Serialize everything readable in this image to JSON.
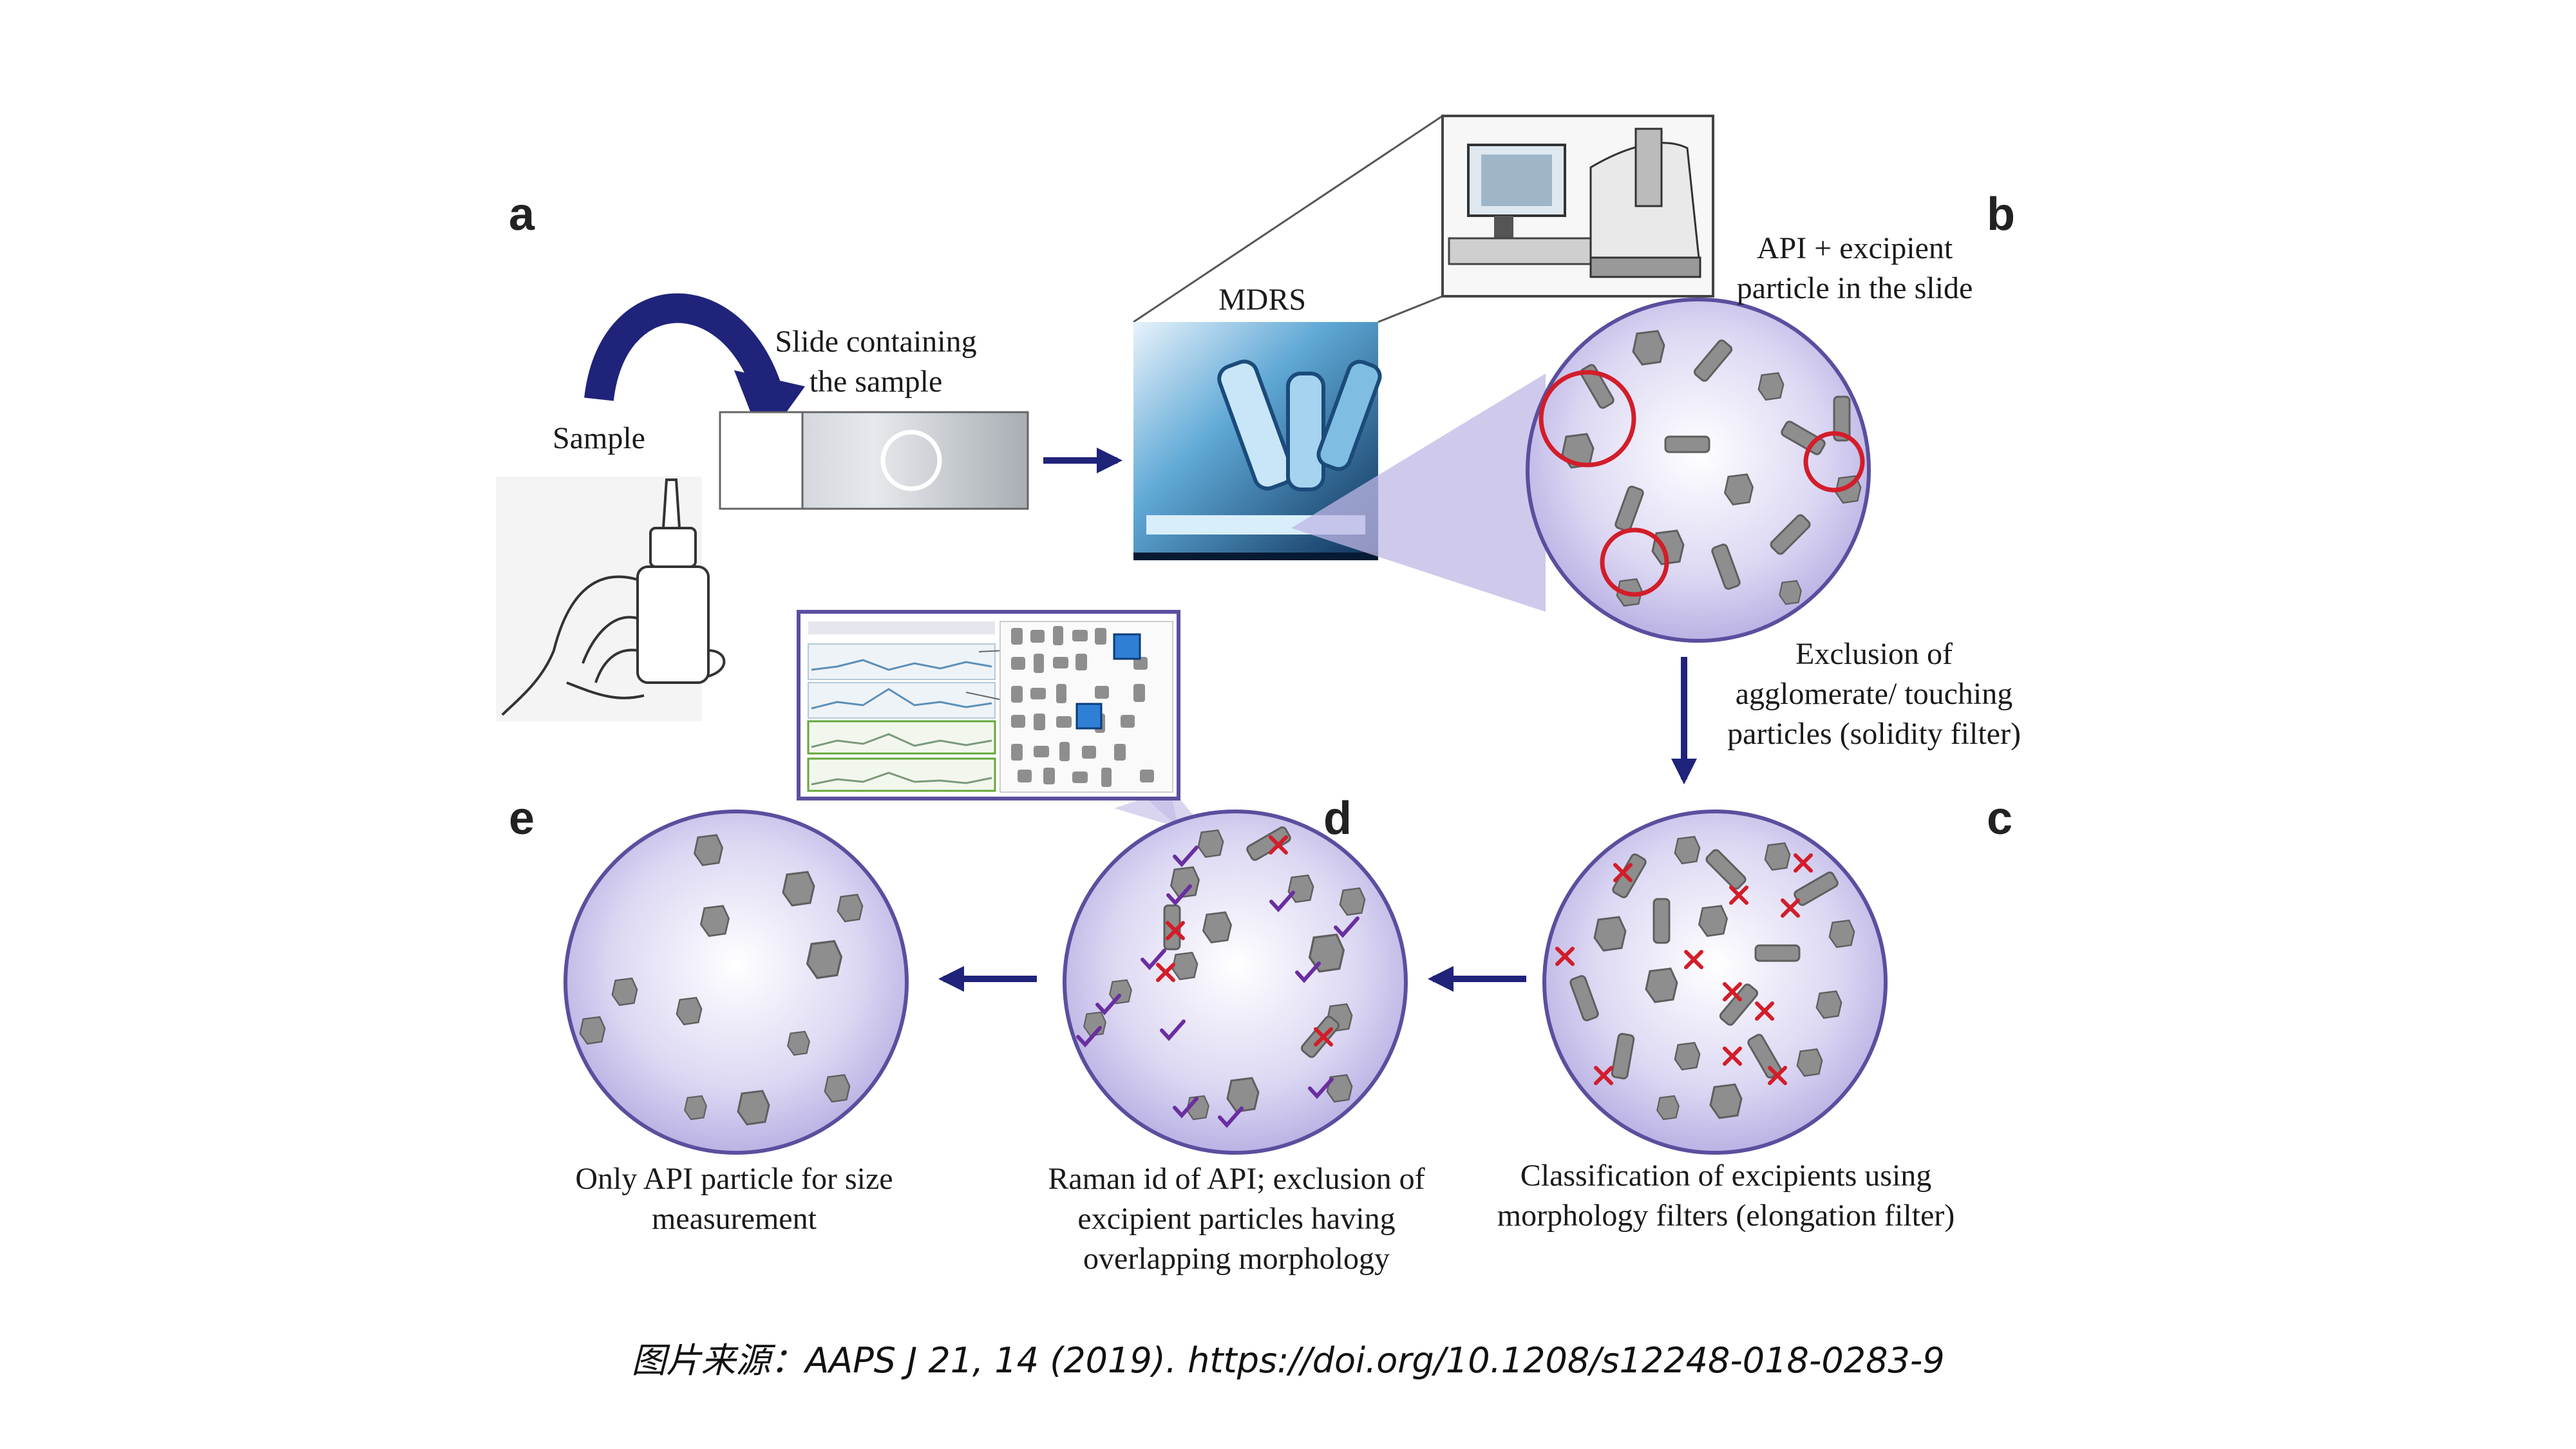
{
  "panels": {
    "a": "a",
    "b": "b",
    "c": "c",
    "d": "d",
    "e": "e"
  },
  "labels": {
    "sample": "Sample",
    "slide_line1": "Slide containing",
    "slide_line2": "the sample",
    "mdrs": "MDRS",
    "api_line1": "API + excipient",
    "api_line2": "particle in the slide",
    "excl_line1": "Exclusion of",
    "excl_line2": "agglomerate/ touching",
    "excl_line3": "particles (solidity filter)",
    "class_line1": "Classification of excipients using",
    "class_line2": "morphology  filters (elongation filter)",
    "raman_line1": "Raman id of API; exclusion of",
    "raman_line2": "excipient particles having",
    "raman_line3": "overlapping morphology",
    "only_line1": "Only API particle for size",
    "only_line2": "measurement"
  },
  "caption": "图片来源：AAPS J 21, 14 (2019). https://doi.org/10.1208/s12248-018-0283-9",
  "colors": {
    "circle_fill": "#c9c3ea",
    "circle_stroke": "#5a4f9e",
    "arrow": "#1f237a",
    "particle": "#8e8e8e",
    "red_mark": "#d21d2a",
    "check_mark": "#6a2ea0"
  }
}
